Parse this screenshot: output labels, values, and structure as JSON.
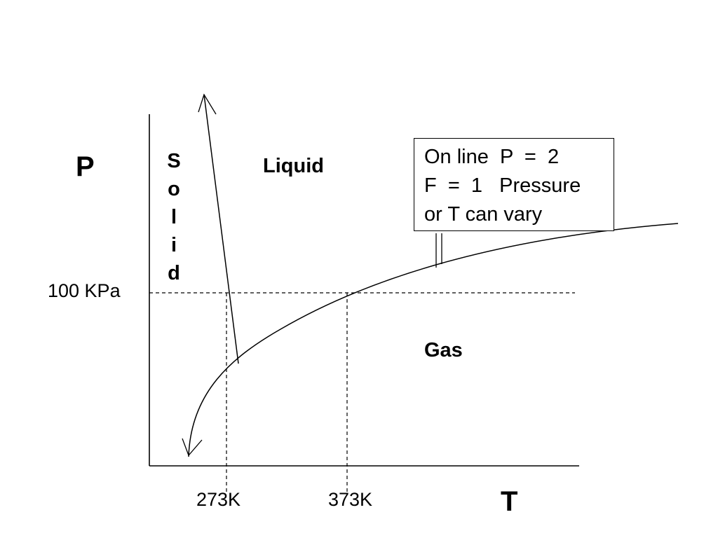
{
  "diagram": {
    "y_axis_label": "P",
    "x_axis_label": "T",
    "pressure_tick": "100 KPa",
    "temperature_ticks": [
      "273K",
      "373K"
    ],
    "regions": {
      "solid_letters": [
        "S",
        "o",
        "l",
        "i",
        "d"
      ],
      "liquid": "Liquid",
      "gas": "Gas"
    },
    "note_lines": [
      "On line  P  =  2",
      "F  =  1   Pressure",
      "or T can vary"
    ]
  }
}
